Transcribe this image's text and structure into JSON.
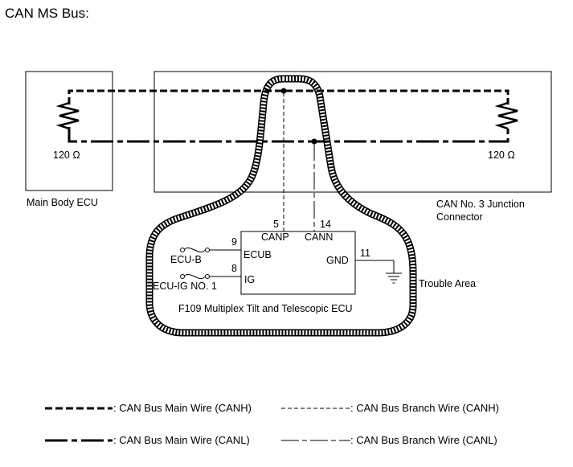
{
  "title": "CAN MS Bus:",
  "main_body_ecu": {
    "label": "Main Body ECU",
    "resistor": "120 Ω"
  },
  "junction_connector": {
    "label_line1": "CAN No. 3 Junction",
    "label_line2": "Connector",
    "resistor": "120 Ω"
  },
  "ecu": {
    "label": "F109  Multiplex Tilt and Telescopic ECU",
    "pins": [
      {
        "number": "5",
        "name": "CANP"
      },
      {
        "number": "14",
        "name": "CANN"
      },
      {
        "number": "9",
        "name": "ECUB"
      },
      {
        "number": "8",
        "name": "IG"
      },
      {
        "number": "11",
        "name": "GND"
      }
    ]
  },
  "fuses": [
    {
      "label": "ECU-B"
    },
    {
      "label": "ECU-IG NO. 1"
    }
  ],
  "trouble_area": "Trouble Area",
  "legend": [
    {
      "label": ": CAN Bus Main Wire (CANH)"
    },
    {
      "label": ": CAN Bus Branch Wire (CANH)"
    },
    {
      "label": ": CAN Bus Main Wire (CANL)"
    },
    {
      "label": ": CAN Bus Branch Wire (CANL)"
    }
  ]
}
